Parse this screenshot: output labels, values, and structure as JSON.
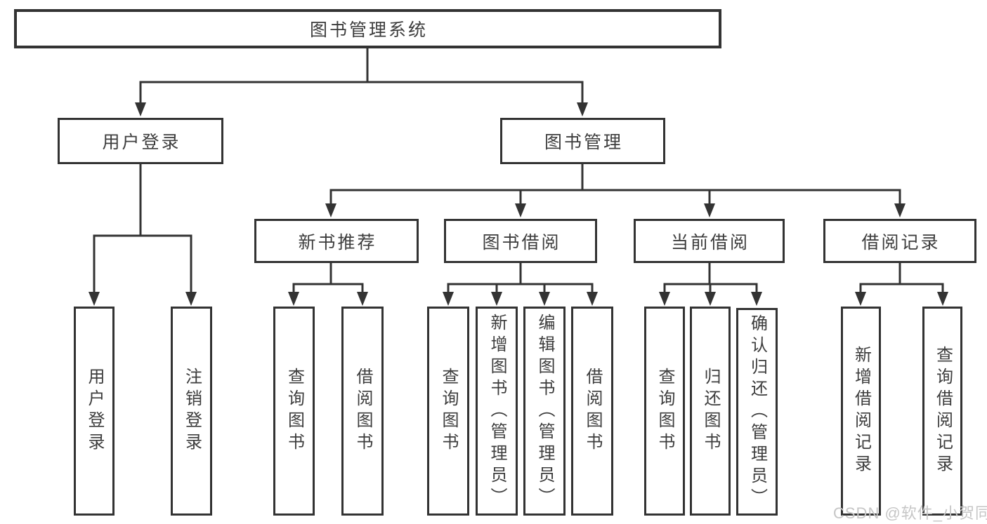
{
  "tree": {
    "root": {
      "label": "图书管理系统",
      "children": [
        {
          "label": "用户登录",
          "children": [
            {
              "label": "用户登录"
            },
            {
              "label": "注销登录"
            }
          ]
        },
        {
          "label": "图书管理",
          "children": [
            {
              "label": "新书推荐",
              "children": [
                {
                  "label": "查询图书"
                },
                {
                  "label": "借阅图书"
                }
              ]
            },
            {
              "label": "图书借阅",
              "children": [
                {
                  "label": "查询图书"
                },
                {
                  "label": "新增图书（管理员）"
                },
                {
                  "label": "编辑图书（管理员）"
                },
                {
                  "label": "借阅图书"
                }
              ]
            },
            {
              "label": "当前借阅",
              "children": [
                {
                  "label": "查询图书"
                },
                {
                  "label": "归还图书"
                },
                {
                  "label": "确认归还（管理员）"
                }
              ]
            },
            {
              "label": "借阅记录",
              "children": [
                {
                  "label": "新增借阅记录"
                },
                {
                  "label": "查询借阅记录"
                }
              ]
            }
          ]
        }
      ]
    }
  },
  "watermark": {
    "text": "CSDN @软件_小贺同学"
  },
  "colors": {
    "line": "#333333",
    "text": "#3d3d3d",
    "watermark": "#c6c6c6",
    "background": "#ffffff"
  }
}
